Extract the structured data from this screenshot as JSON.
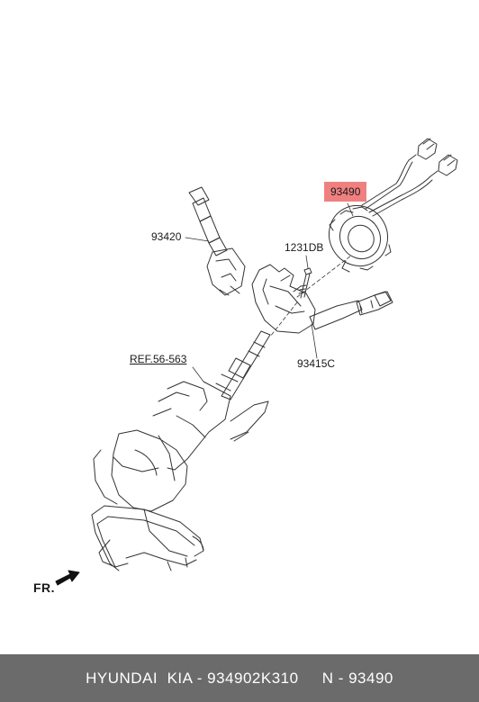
{
  "labels": {
    "part_highlight": "93490",
    "part_93420": "93420",
    "part_1231db": "1231DB",
    "part_93415c": "93415C",
    "ref": "REF.56-563",
    "direction": "FR."
  },
  "footer": {
    "text": "HYUNDAI  KIA - 934902K310     N - 93490"
  },
  "colors": {
    "highlight": "#f08080",
    "footer_bg": "#6b6b6b",
    "line": "#333333"
  }
}
